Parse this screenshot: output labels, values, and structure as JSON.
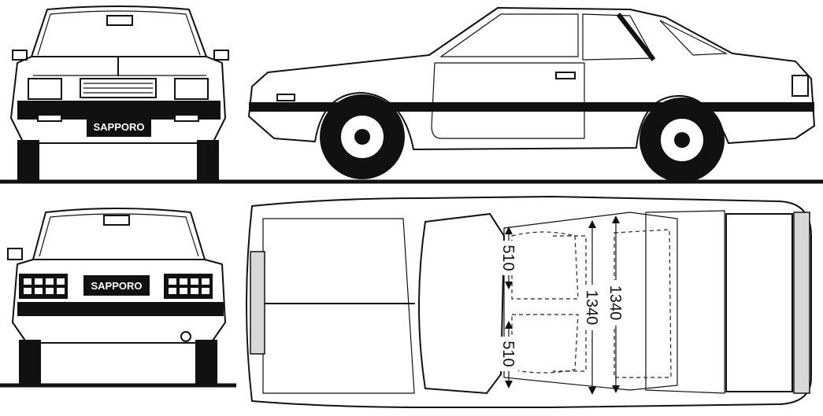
{
  "badges": {
    "front": "SAPPORO",
    "rear": "SAPPORO"
  },
  "dimensions": {
    "seat_width_top": "510",
    "seat_width_bottom": "510",
    "cabin_width_inner": "1340",
    "cabin_width_outer": "1340"
  },
  "colors": {
    "ink": "#111111",
    "paper": "#ffffff",
    "shade": "#d8d8d8"
  }
}
